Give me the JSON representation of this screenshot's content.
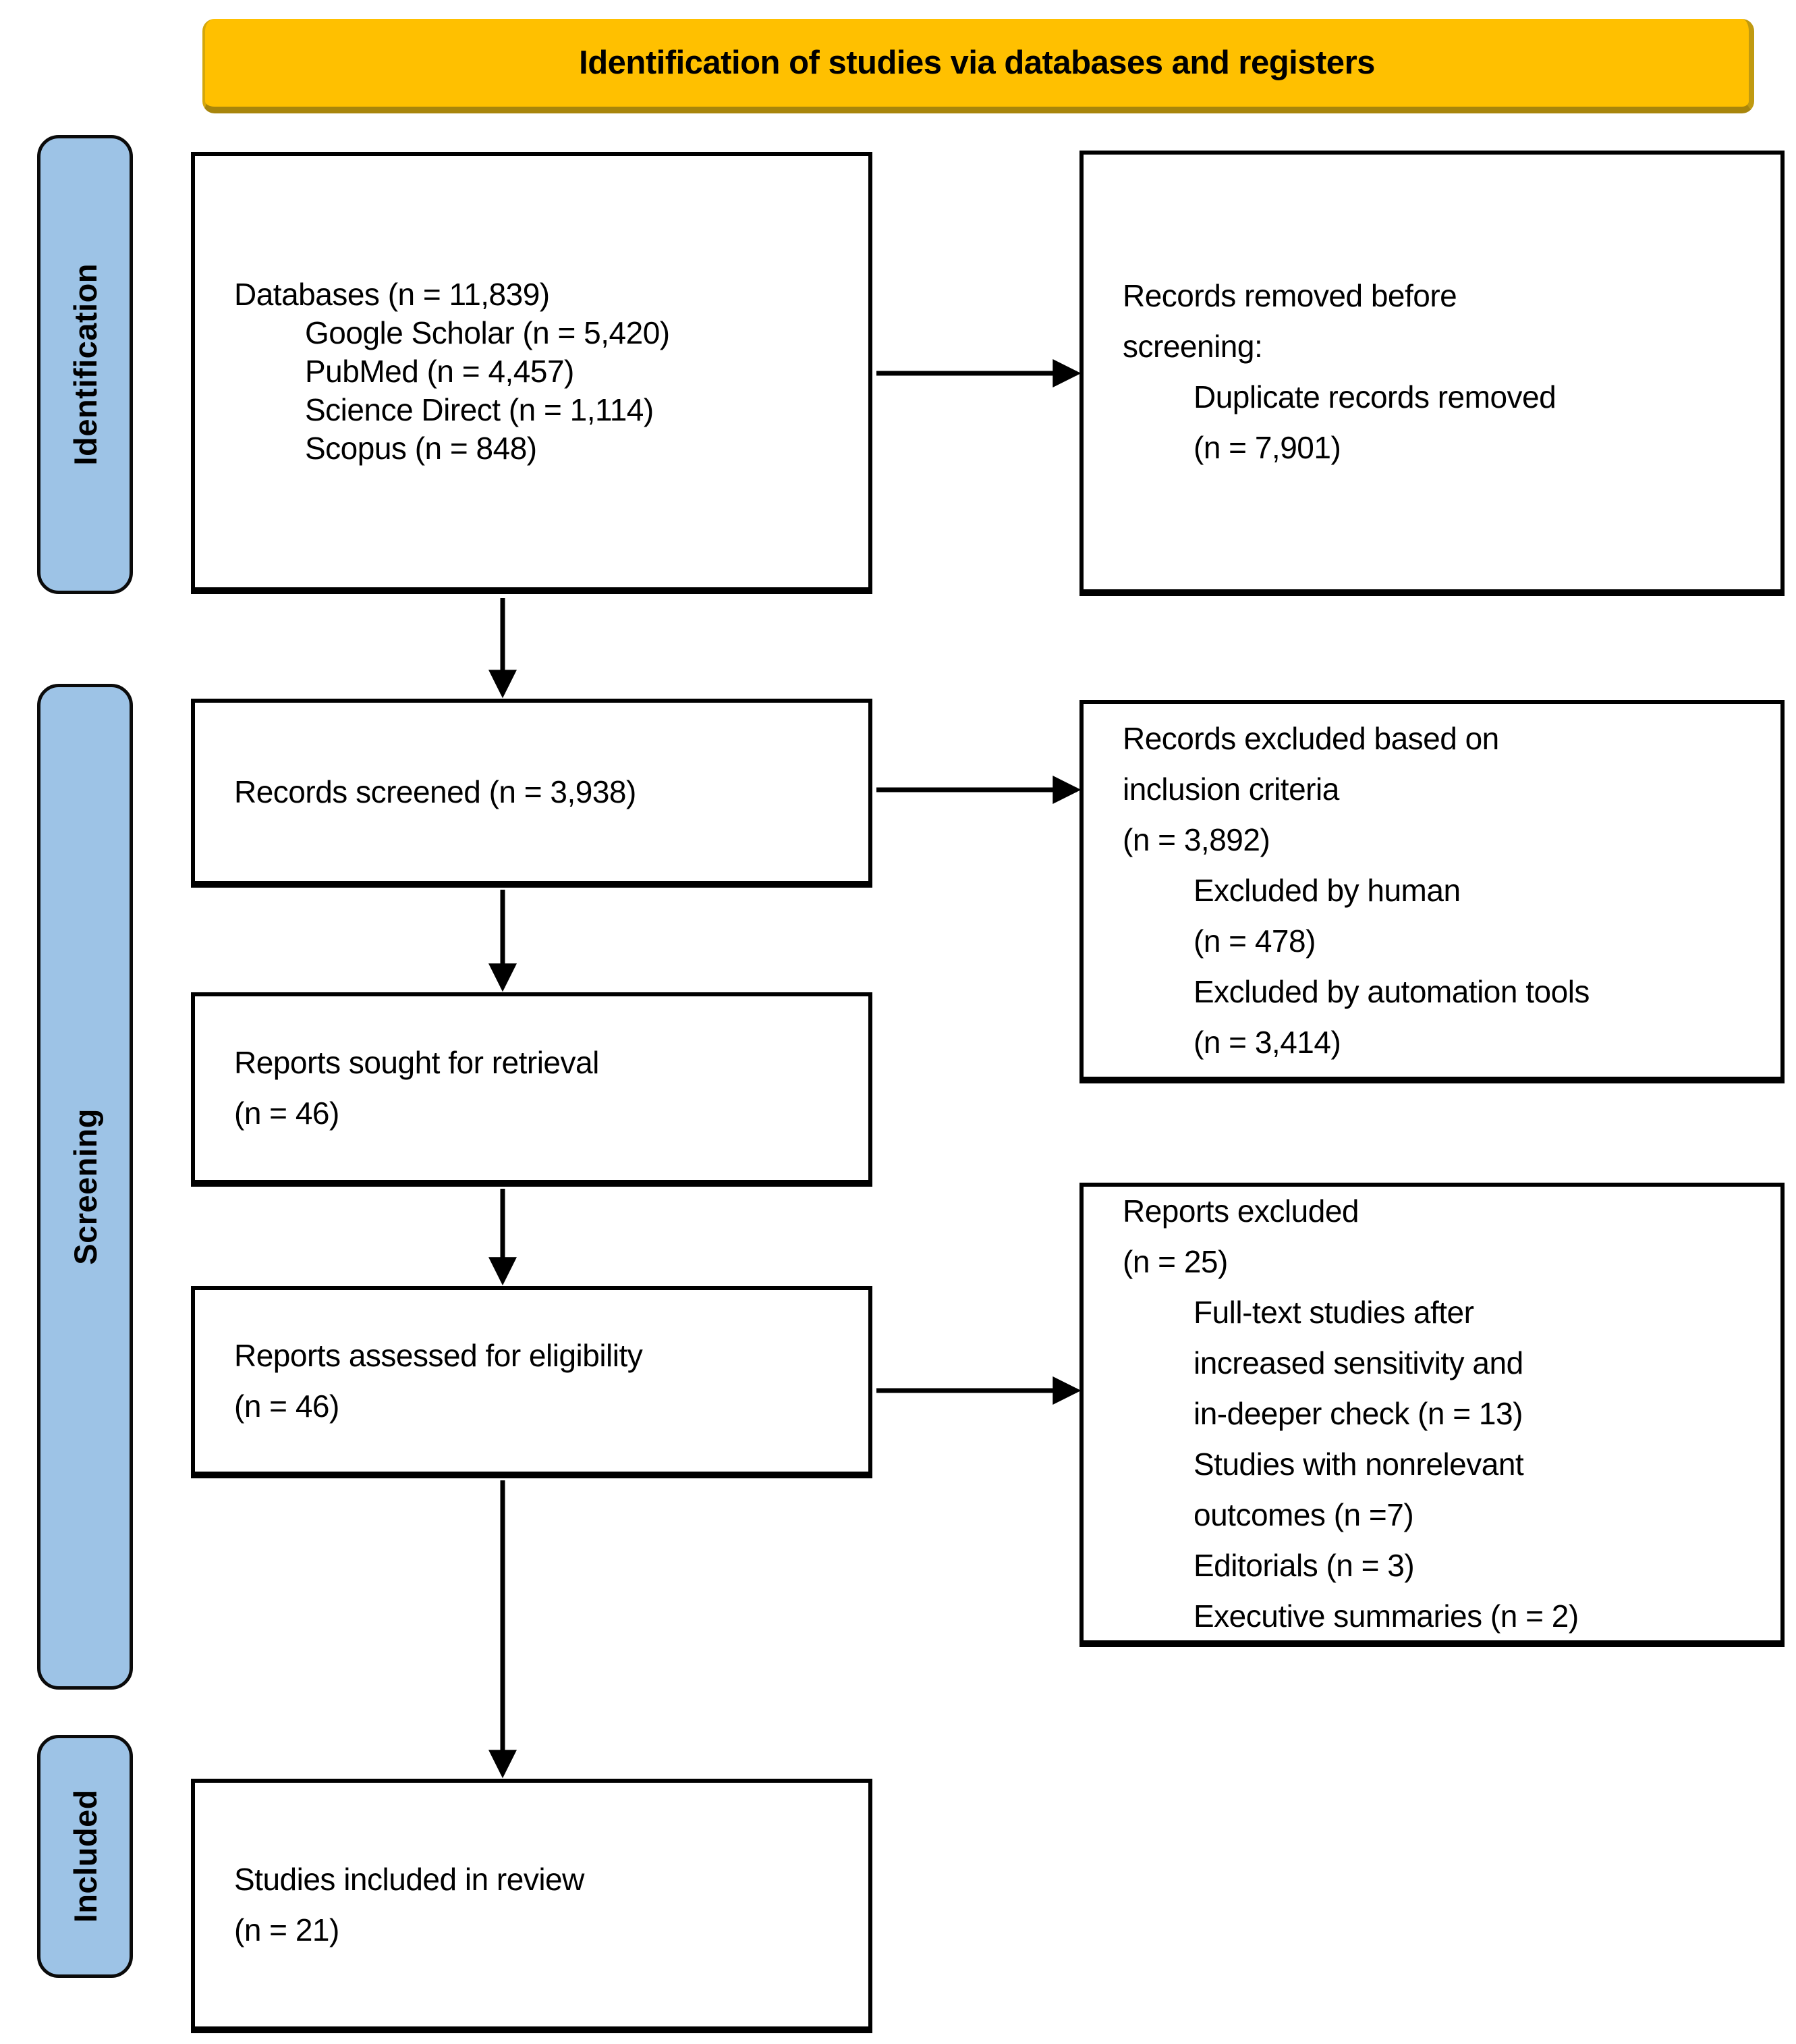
{
  "banner": {
    "title": "Identification of studies via databases and registers",
    "bg_color": "#FFC000"
  },
  "stages": [
    {
      "label": "Identification"
    },
    {
      "label": "Screening"
    },
    {
      "label": "Included"
    }
  ],
  "colors": {
    "banner_bg": "#FFC000",
    "banner_shadow": "#A8850B",
    "stage_bg": "#9DC3E6",
    "box_border": "#000000",
    "box_bg": "#FFFFFF",
    "arrow": "#000000",
    "text": "#000000",
    "page_bg": "#FFFFFF"
  },
  "boxes": {
    "databases": {
      "lines": [
        "Databases (n = 11,839)",
        "Google Scholar (n = 5,420)",
        "PubMed (n = 4,457)",
        "Science Direct (n = 1,114)",
        "Scopus (n = 848)"
      ]
    },
    "records_removed": {
      "lines": [
        "Records removed before",
        "screening:",
        "Duplicate records removed",
        "(n = 7,901)"
      ]
    },
    "records_screened": {
      "lines": [
        "Records screened (n = 3,938)"
      ]
    },
    "records_excluded": {
      "lines": [
        "Records excluded based on",
        "inclusion criteria",
        "(n = 3,892)",
        "Excluded by human",
        "(n = 478)",
        "Excluded by automation tools",
        "(n = 3,414)"
      ]
    },
    "reports_sought": {
      "lines": [
        "Reports sought for retrieval",
        "(n = 46)"
      ]
    },
    "reports_assessed": {
      "lines": [
        "Reports assessed for eligibility",
        "(n = 46)"
      ]
    },
    "reports_excluded": {
      "lines": [
        "Reports excluded",
        "(n = 25)",
        "Full-text studies after",
        "increased sensitivity and",
        "in-deeper check  (n = 13)",
        "Studies with nonrelevant",
        "outcomes  (n =7)",
        "Editorials (n = 3)",
        "Executive summaries (n = 2)"
      ]
    },
    "studies_included": {
      "lines": [
        "Studies included in review",
        "(n = 21)"
      ]
    }
  }
}
